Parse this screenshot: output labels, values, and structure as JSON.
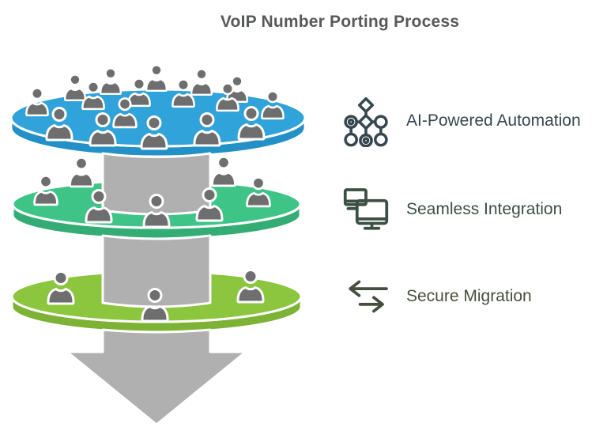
{
  "title": "VoIP Number Porting Process",
  "colors": {
    "background": "#ffffff",
    "title_text": "#58595b",
    "column_gray": "#b0b0b0",
    "person_gray": "#6e6e6e",
    "white_outline": "#ffffff"
  },
  "funnel": {
    "layers": [
      {
        "id": "top-layer",
        "top_color": "#2fa3da",
        "rim_color": "#2391c7",
        "people_count": 17,
        "people": [
          [
            95,
            40,
            0.8
          ],
          [
            140,
            32,
            0.8
          ],
          [
            198,
            28,
            0.8
          ],
          [
            255,
            33,
            0.8
          ],
          [
            300,
            42,
            0.8
          ],
          [
            47,
            58,
            0.85
          ],
          [
            118,
            50,
            0.85
          ],
          [
            176,
            46,
            0.85
          ],
          [
            232,
            47,
            0.85
          ],
          [
            288,
            52,
            0.85
          ],
          [
            345,
            62,
            0.85
          ],
          [
            158,
            72,
            0.9
          ],
          [
            75,
            86,
            1
          ],
          [
            130,
            93,
            1
          ],
          [
            195,
            97,
            1
          ],
          [
            262,
            93,
            1
          ],
          [
            318,
            85,
            1
          ]
        ]
      },
      {
        "id": "middle-layer",
        "top_color": "#3ec487",
        "rim_color": "#34ad75",
        "people_count": 7,
        "people": [
          [
            103,
            147,
            0.9
          ],
          [
            283,
            146,
            0.9
          ],
          [
            58,
            170,
            0.9
          ],
          [
            327,
            172,
            0.9
          ],
          [
            125,
            190,
            1
          ],
          [
            198,
            196,
            1
          ],
          [
            265,
            188,
            1
          ]
        ]
      },
      {
        "id": "bottom-layer",
        "top_color": "#8cc63f",
        "rim_color": "#7db334",
        "people_count": 3,
        "people": [
          [
            77,
            293,
            1
          ],
          [
            196,
            315,
            1
          ],
          [
            317,
            291,
            1
          ]
        ]
      }
    ]
  },
  "features": [
    {
      "icon": "ai-network-icon",
      "label": "AI-Powered Automation",
      "color": "#37474f"
    },
    {
      "icon": "dual-monitors-icon",
      "label": "Seamless Integration",
      "color": "#3c4f43"
    },
    {
      "icon": "transfer-arrows-icon",
      "label": "Secure Migration",
      "color": "#474f3c"
    }
  ]
}
